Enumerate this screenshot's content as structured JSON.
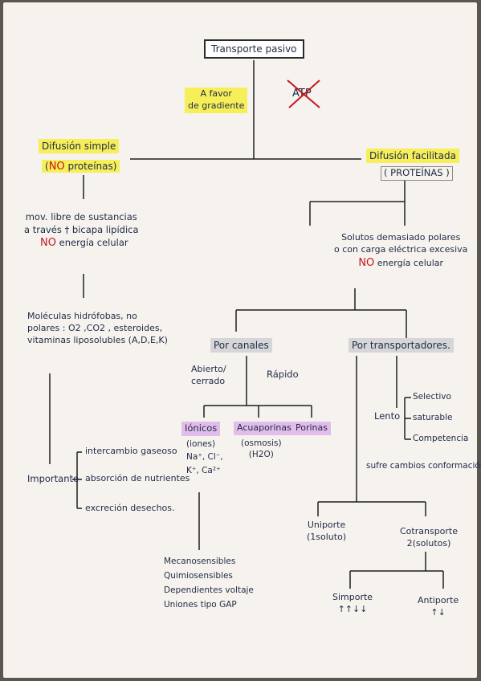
{
  "colors": {
    "yellow": "#f6ef5a",
    "gray": "#d6d6d8",
    "pink": "#e2bdeb",
    "red": "#c4161c",
    "ink": "#1f2a44"
  },
  "root": "Transporte pasivo",
  "favor": [
    "A favor",
    "de gradiente"
  ],
  "atp": "ATP",
  "simple": {
    "title": "Difusión simple",
    "no": "NO",
    "proteins": "proteínas",
    "desc": [
      "mov. libre de sustancias",
      "a través † bicapa lipídica"
    ],
    "energy": "energía celular",
    "molecules": [
      "Moléculas hidrófobas, no",
      "polares : O2 ,CO2 , esteroides,",
      "vitaminas liposolubles (A,D,E,K)"
    ],
    "important": "Importante",
    "uses": [
      "intercambio gaseoso",
      "absorción de nutrientes",
      "excreción desechos."
    ]
  },
  "facilitated": {
    "title": "Difusión facilitada",
    "proteins": "( PROTEÍNAS )",
    "desc": [
      "Solutos demasiado polares",
      "o con carga eléctrica excesiva"
    ],
    "no": "NO",
    "energy": "energía celular"
  },
  "channels": {
    "title": "Por canales",
    "open": [
      "Abierto/",
      "cerrado"
    ],
    "fast": "Rápido",
    "ionic": "Iónicos",
    "ions": [
      "(iones)",
      "Na⁺, Cl⁻,",
      "K⁺, Ca²⁺"
    ],
    "aquaporins": "Acuaporinas",
    "osmosis": [
      "(osmosis)",
      "(H2O)"
    ],
    "porins": "Porinas",
    "gates": [
      "Mecanosensibles",
      "Quimiosensibles",
      "Dependientes voltaje",
      "Uniones tipo GAP"
    ]
  },
  "carriers": {
    "title": "Por transportadores.",
    "slow": "Lento",
    "traits": [
      "Selectivo",
      "saturable",
      "Competencia"
    ],
    "conformation": "sufre cambios conformación",
    "uniport": [
      "Uniporte",
      "(1soluto)"
    ],
    "cotransport": [
      "Cotransporte",
      "2(solutos)"
    ],
    "symport": "Simporte",
    "symport_arrows": "↑↑↓↓",
    "antiport": "Antiporte",
    "antiport_arrows": "↑↓"
  }
}
